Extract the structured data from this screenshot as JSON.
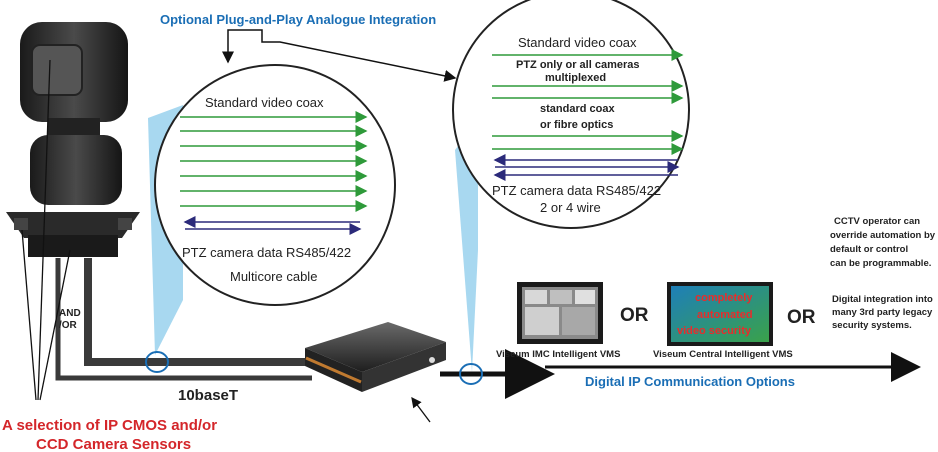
{
  "header": {
    "title": "Optional Plug-and-Play Analogue Integration"
  },
  "left_circle": {
    "coax_title": "Standard video coax",
    "ptz_data": "PTZ camera data RS485/422",
    "cable": "Multicore cable"
  },
  "right_circle": {
    "coax_title": "Standard video coax",
    "mux_line1": "PTZ only or all cameras",
    "mux_line2": "multiplexed",
    "fibre_line1": "standard coax",
    "fibre_line2": "or fibre optics",
    "ptz_data": "PTZ camera data RS485/422",
    "wire": "2 or 4 wire"
  },
  "labels": {
    "and_or_1": "AND",
    "and_or_2": "/OR",
    "ethernet": "10baseT",
    "digital_ip": "Digital IP Communication Options",
    "or_1": "OR",
    "or_2": "OR",
    "sensors_line1": "A selection of IP CMOS and/or",
    "sensors_line2": "CCD Camera Sensors"
  },
  "vms": {
    "imc_caption": "Viseum IMC Intelligent VMS",
    "central_caption": "Viseum Central Intelligent VMS",
    "screen_text_1": "completely",
    "screen_text_2": "automated",
    "screen_text_3": "video security"
  },
  "notes": {
    "operator_1": "CCTV operator can",
    "operator_2": "override automation by",
    "operator_3": "default or control",
    "operator_4": "can be programmable.",
    "digital_1": "Digital integration into",
    "digital_2": "many 3rd party legacy",
    "digital_3": "security systems."
  },
  "colors": {
    "title_blue": "#1a6eb5",
    "arrow_green": "#2e9a3a",
    "arrow_navy": "#2b2a7a",
    "cyan_fill": "#a8d8f0",
    "red_label": "#d4262a",
    "dark": "#2a2a2a"
  }
}
